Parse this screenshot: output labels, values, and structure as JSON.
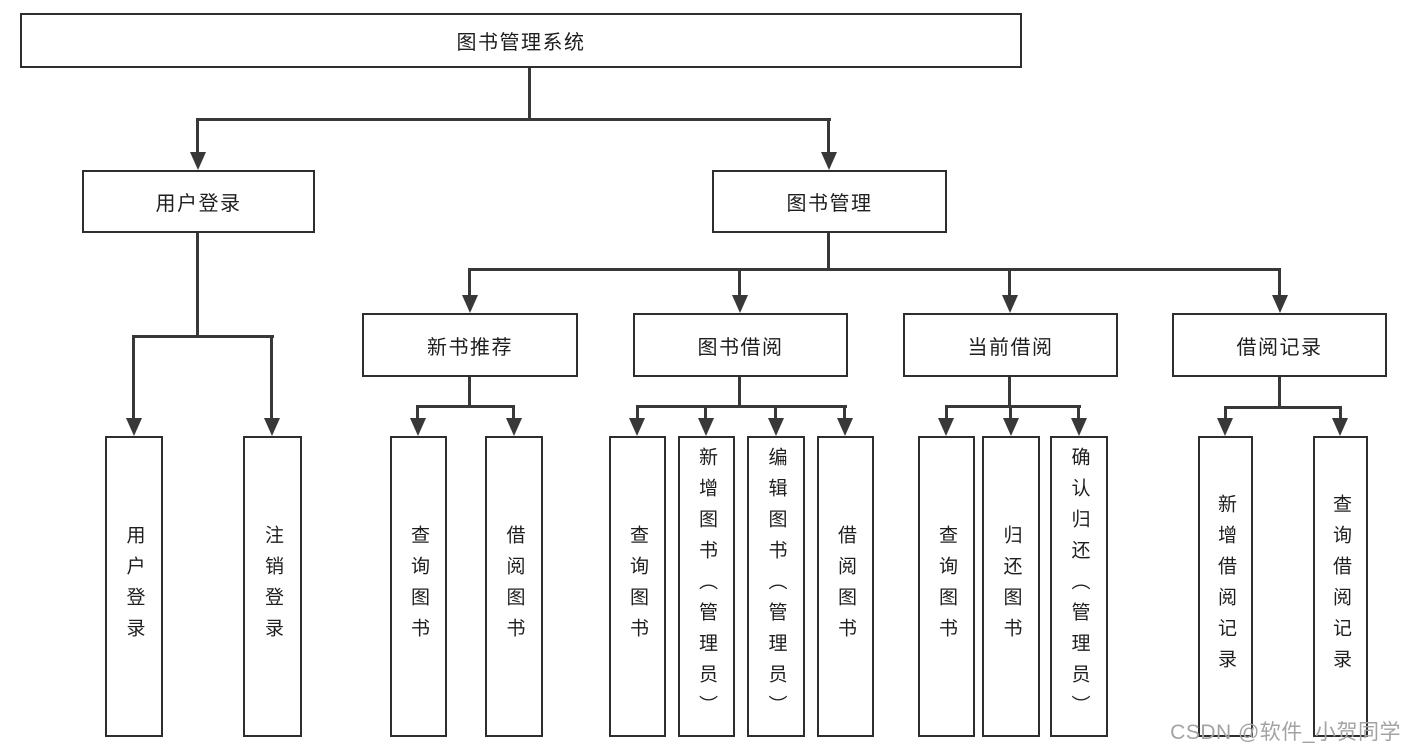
{
  "colors": {
    "box_border": "#2e2e2e",
    "connector_line": "#383838",
    "text": "#1e1e1e",
    "watermark": "#a3a3a3",
    "background": "#ffffff"
  },
  "tree": {
    "root": {
      "label": "图书管理系统"
    },
    "branches": [
      {
        "label": "用户登录",
        "children": [
          {
            "label": "用户登录"
          },
          {
            "label": "注销登录"
          }
        ]
      },
      {
        "label": "图书管理",
        "children": [
          {
            "label": "新书推荐",
            "children": [
              {
                "label": "查询图书"
              },
              {
                "label": "借阅图书"
              }
            ]
          },
          {
            "label": "图书借阅",
            "children": [
              {
                "label": "查询图书"
              },
              {
                "label": "新增图书（管理员）"
              },
              {
                "label": "编辑图书（管理员）"
              },
              {
                "label": "借阅图书"
              }
            ]
          },
          {
            "label": "当前借阅",
            "children": [
              {
                "label": "查询图书"
              },
              {
                "label": "归还图书"
              },
              {
                "label": "确认归还（管理员）"
              }
            ]
          },
          {
            "label": "借阅记录",
            "children": [
              {
                "label": "新增借阅记录"
              },
              {
                "label": "查询借阅记录"
              }
            ]
          }
        ]
      }
    ]
  },
  "watermark": {
    "text": "CSDN @软件_小贺同学"
  }
}
